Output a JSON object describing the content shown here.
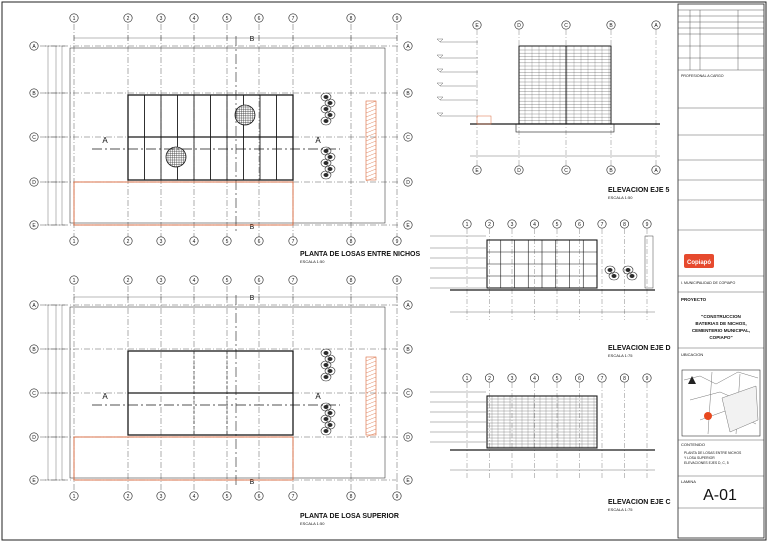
{
  "colors": {
    "line": "#1a1a1a",
    "grid": "#333333",
    "accent": "#d9683a",
    "tree": "#2a2a2a"
  },
  "plans": [
    {
      "id": "plan-losas-entre-nichos",
      "title": "PLANTA DE LOSAS ENTRE NICHOS",
      "scale": "ESCALA 1:50"
    },
    {
      "id": "plan-losa-superior",
      "title": "PLANTA DE LOSA SUPERIOR",
      "scale": "ESCALA 1:50"
    }
  ],
  "plan_col_axes": [
    "1",
    "2",
    "3",
    "4",
    "5",
    "6",
    "7",
    "8",
    "9"
  ],
  "plan_row_axes": [
    "A",
    "B",
    "C",
    "D",
    "E"
  ],
  "section_marks": {
    "a": "A",
    "b": "B"
  },
  "elevations": [
    {
      "id": "elev-eje-5",
      "title": "ELEVACION EJE 5",
      "scale": "ESCALA 1:50",
      "axes": [
        "E",
        "D",
        "C",
        "B",
        "A"
      ]
    },
    {
      "id": "elev-eje-d",
      "title": "ELEVACION EJE D",
      "scale": "ESCALA 1:75",
      "axes": [
        "1",
        "2",
        "3",
        "4",
        "5",
        "6",
        "7",
        "8",
        "9"
      ]
    },
    {
      "id": "elev-eje-c",
      "title": "ELEVACION EJE C",
      "scale": "ESCALA 1:75",
      "axes": [
        "1",
        "2",
        "3",
        "4",
        "5",
        "6",
        "7",
        "8",
        "9"
      ]
    }
  ],
  "title_block": {
    "professional": "PROFESIONAL A CARGO",
    "institution": "I. MUNICIPALIDAD DE COPIAPO",
    "project_label": "PROYECTO",
    "project_name": [
      "\"CONSTRUCCION",
      "BATERIAS DE NICHOS,",
      "CEMENTERIO MUNICIPAL,",
      "COPIAPO\""
    ],
    "location_label": "UBICACION",
    "content_label": "CONTENIDO",
    "content_lines": [
      "PLANTA DE LOSAS ENTRE NICHOS",
      "Y LOSA SUPERIOR",
      "ELEVACIONES EJES D, C, 5"
    ],
    "sheet_label": "LAMINA",
    "sheet_number": "A-01",
    "logo_text": "Copiapó"
  }
}
